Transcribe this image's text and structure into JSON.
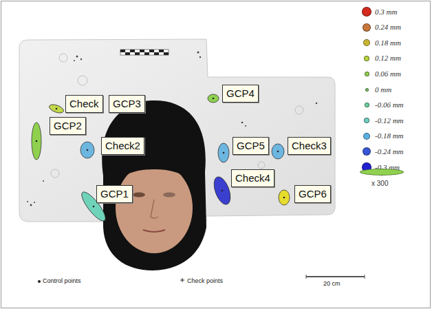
{
  "diagram": {
    "nodes": [
      {
        "text": [
          "Check"
        ]
      },
      {
        "text": [
          "GCP3"
        ]
      },
      {
        "text": [
          "GCP4"
        ]
      },
      {
        "text": [
          "GCP2"
        ]
      },
      {
        "text": [
          "Check2"
        ]
      },
      {
        "text": [
          "GCP5"
        ]
      },
      {
        "text": [
          "Check3"
        ]
      },
      {
        "text": [
          "Check4"
        ]
      },
      {
        "text": [
          "GCP1"
        ]
      },
      {
        "text": [
          "GCP6"
        ]
      }
    ],
    "labels": [
      "20 cm"
    ],
    "legend": [
      {
        "text": "0.3 mm",
        "color": "#d62a1e"
      },
      {
        "text": "0.24 mm",
        "color": "#c8783a"
      },
      {
        "text": "0.18 mm",
        "color": "#c9b534"
      },
      {
        "text": "0.12 mm",
        "color": "#b8d640"
      },
      {
        "text": "0.06 mm",
        "color": "#8fd14f"
      },
      {
        "text": "0 mm",
        "color": "#7cc96a"
      },
      {
        "text": "-0.06 mm",
        "color": "#6fcf9c"
      },
      {
        "text": "-0.12 mm",
        "color": "#6fd0c0"
      },
      {
        "text": "-0.18 mm",
        "color": "#5bb0e0"
      },
      {
        "text": "-0.24 mm",
        "color": "#3a56d6"
      },
      {
        "text": "-0.3 mm",
        "color": "#2020d0"
      },
      {
        "text": "x 300"
      },
      {
        "text": "Control points"
      },
      {
        "text": "Check points"
      }
    ]
  }
}
